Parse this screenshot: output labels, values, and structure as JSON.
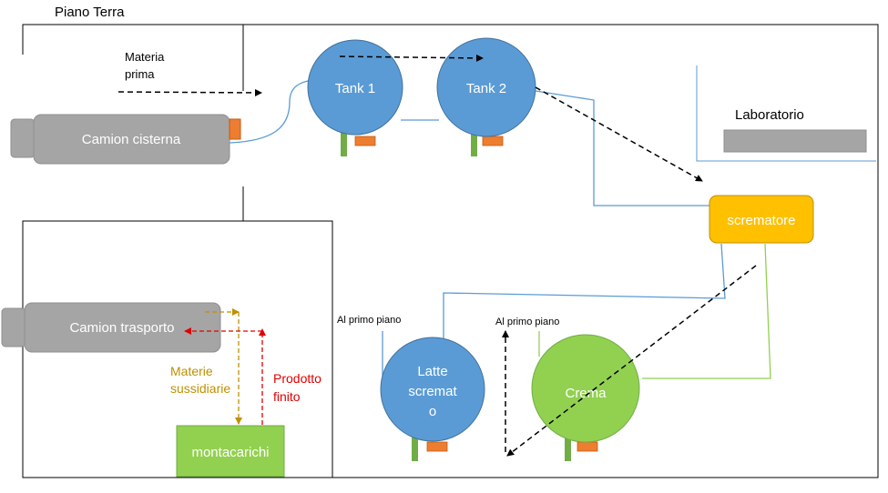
{
  "title": "Piano Terra",
  "labels": {
    "materia_prima_1": "Materia",
    "materia_prima_2": "prima",
    "laboratorio": "Laboratorio",
    "al_primo_piano_left": "Al primo piano",
    "al_primo_piano_right": "Al primo piano",
    "materie_sussidiarie_1": "Materie",
    "materie_sussidiarie_2": "sussidiarie",
    "prodotto_finito_1": "Prodotto",
    "prodotto_finito_2": "finito"
  },
  "nodes": {
    "camion_cisterna": "Camion cisterna",
    "camion_trasporto": "Camion trasporto",
    "tank1": "Tank 1",
    "tank2": "Tank 2",
    "scrematore": "scrematore",
    "latte_scremato_1": "Latte",
    "latte_scremato_2": "scremat",
    "latte_scremato_3": "o",
    "crema": "Crema",
    "montacarichi": "montacarichi"
  },
  "colors": {
    "tank_blue": "#5b9bd5",
    "tank_stroke": "#41719c",
    "truck_gray": "#a5a5a5",
    "scrematore_yellow": "#ffc000",
    "green": "#92d050",
    "orange": "#ed7d31",
    "stand_green": "#70ad47",
    "pipe_blue": "#5b9bd5",
    "pipe_green": "#92d050",
    "lab_bench": "#a5a5a5",
    "materie_arrow": "#bf9000",
    "prodotto_arrow": "#e00000"
  }
}
